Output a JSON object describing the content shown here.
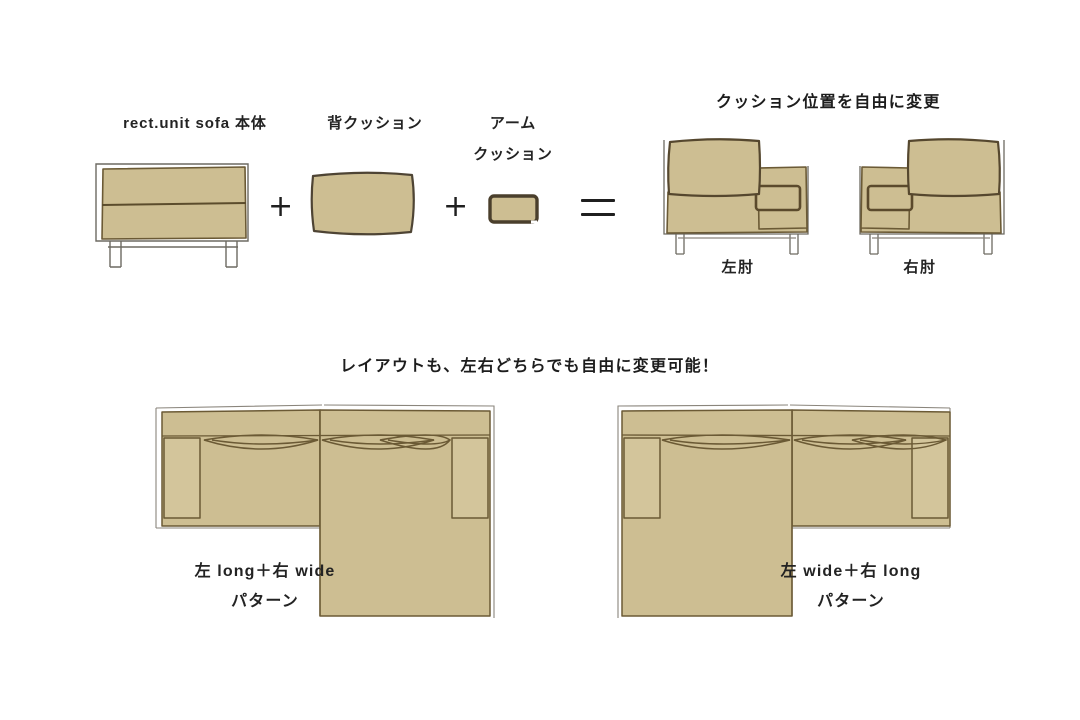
{
  "page": {
    "background": "#ffffff",
    "ink": "#232323",
    "highlight_color": "#fff21f",
    "sofa_fill": "#cdbe92",
    "sofa_fill_light": "#d6c89f",
    "sofa_line": "#6b5a35",
    "frame_line": "#58544d"
  },
  "top_section": {
    "parts": [
      {
        "id": "body",
        "label": "rect.unit sofa 本体"
      },
      {
        "id": "back_cushion",
        "label": "背クッション"
      },
      {
        "id": "arm_cushion",
        "label_line1": "アーム",
        "label_line2": "クッション"
      }
    ],
    "operators": {
      "plus1": "+",
      "plus2": "+",
      "equals": "="
    },
    "result": {
      "headline": "クッション位置を自由に変更",
      "variants": [
        {
          "id": "left_elbow",
          "label": "左肘"
        },
        {
          "id": "right_elbow",
          "label": "右肘"
        }
      ]
    }
  },
  "bottom_section": {
    "headline": "レイアウトも、左右どちらでも自由に変更可能！",
    "layouts": [
      {
        "id": "left_long_right_wide",
        "label_line1": "左 long＋右 wide",
        "label_line2": "パターン"
      },
      {
        "id": "left_wide_right_long",
        "label_line1": "左 wide＋右 long",
        "label_line2": "パターン"
      }
    ]
  }
}
